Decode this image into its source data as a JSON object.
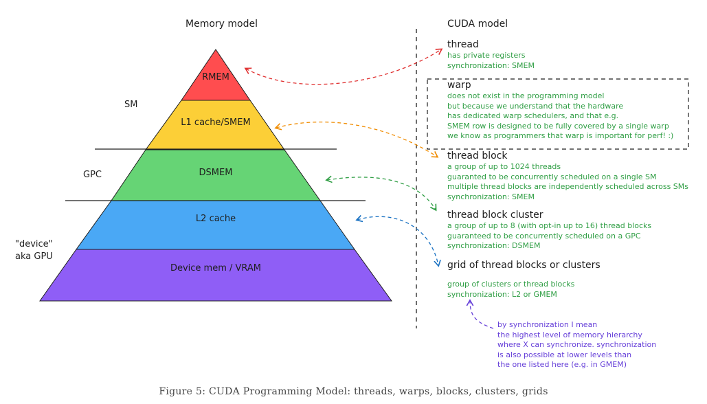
{
  "headers": {
    "memory_model": "Memory model",
    "cuda_model": "CUDA model"
  },
  "side_labels": {
    "sm": "SM",
    "gpc": "GPC",
    "device_line1": "\"device\"",
    "device_line2": "aka GPU"
  },
  "pyramid": [
    {
      "label": "RMEM",
      "color": "#ff4d4f"
    },
    {
      "label": "L1 cache/SMEM",
      "color": "#fccf37"
    },
    {
      "label": "DSMEM",
      "color": "#66d475"
    },
    {
      "label": "L2 cache",
      "color": "#4aa8f5"
    },
    {
      "label": "Device mem / VRAM",
      "color": "#8f5ef6"
    }
  ],
  "entries": [
    {
      "title": "thread",
      "lines": [
        "has private registers",
        "synchronization: SMEM"
      ]
    },
    {
      "title": "warp",
      "lines": [
        "does not exist in the programming model",
        "but because we understand that the hardware",
        "has dedicated warp schedulers, and that e.g.",
        "SMEM row is designed to be fully covered by a single warp",
        "we know as programmers that warp is important for perf! :)"
      ]
    },
    {
      "title": "thread block",
      "lines": [
        "a group of up to 1024 threads",
        "guaranted to be concurrently scheduled on a single SM",
        "multiple thread blocks are independently scheduled across SMs",
        "synchronization: SMEM"
      ]
    },
    {
      "title": "thread block cluster",
      "lines": [
        "a group of up to 8 (with opt-in up to 16) thread blocks",
        "guaranteed to be concurrently scheduled on a GPC",
        "synchronization: DSMEM"
      ]
    },
    {
      "title": "grid of thread blocks or clusters",
      "lines": [
        "group of clusters or thread blocks",
        "synchronization: L2 or GMEM"
      ]
    }
  ],
  "note": {
    "lines": [
      "by synchronization I mean",
      "the highest level of memory hierarchy",
      "where X can synchronize. synchronization",
      "is also possible at lower levels than",
      "the one listed here (e.g. in GMEM)"
    ]
  },
  "arrow_colors": {
    "rmem": "#e03131",
    "l1": "#f08c00",
    "dsmem": "#2f9e44",
    "l2": "#1971c2",
    "note": "#6741d9"
  },
  "caption": "Figure 5: CUDA Programming Model: threads, warps, blocks, clusters, grids"
}
